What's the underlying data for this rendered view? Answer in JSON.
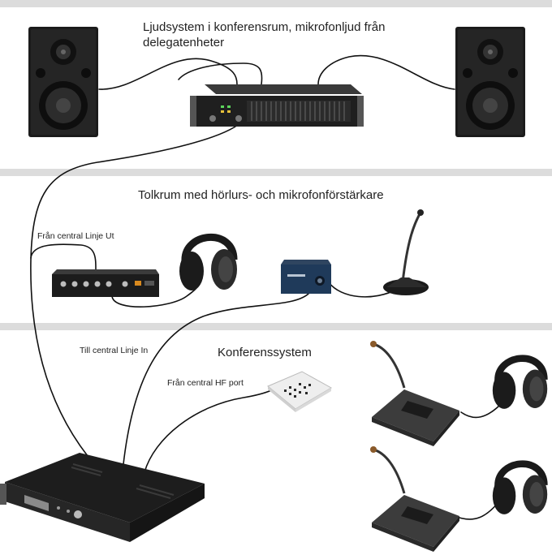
{
  "sections": {
    "audio": {
      "title_line1": "Ljudsystem i konferensrum, mikrofonljud från",
      "title_line2": "delegatenheter"
    },
    "interpreter": {
      "title": "Tolkrum med hörlurs- och mikrofonförstärkare",
      "caption_line_out": "Från central Linje Ut"
    },
    "conference": {
      "title": "Konferenssystem",
      "caption_line_in": "Till central Linje In",
      "caption_hf_port": "Från central HF port"
    }
  },
  "colors": {
    "band": "#dcdcdc",
    "device_dark": "#1b1b1b",
    "device_panel": "#2a2a2a",
    "wire": "#111111",
    "unit_grey": "#3a3a3a",
    "accent_blue": "#1f3a5a"
  },
  "icons": [
    "speaker-left-icon",
    "speaker-right-icon",
    "power-amplifier-icon",
    "headphone-mixer-icon",
    "headphones-icon",
    "microphone-amplifier-icon",
    "desk-microphone-icon",
    "hf-radiator-icon",
    "central-unit-icon",
    "delegate-unit-icon"
  ]
}
